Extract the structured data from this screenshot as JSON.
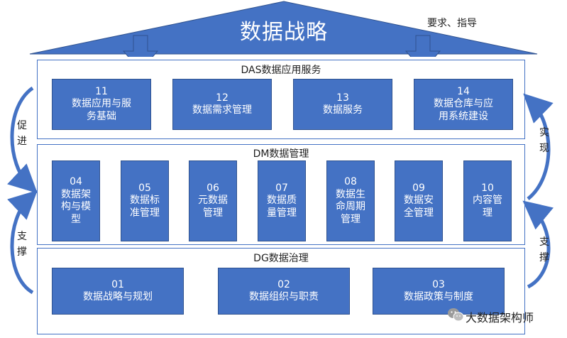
{
  "roof": {
    "title": "数据战略",
    "note": "要求、指导"
  },
  "das": {
    "title": "DAS数据应用服务",
    "items": [
      {
        "num": "11",
        "label": "数据应用与服\n务基础"
      },
      {
        "num": "12",
        "label": "数据需求管理"
      },
      {
        "num": "13",
        "label": "数据服务"
      },
      {
        "num": "14",
        "label": "数据仓库与应\n用系统建设"
      }
    ]
  },
  "dm": {
    "title": "DM数据管理",
    "items": [
      {
        "num": "04",
        "label": "数据架\n构与模\n型"
      },
      {
        "num": "05",
        "label": "数据标\n准管理"
      },
      {
        "num": "06",
        "label": "元数据\n管理"
      },
      {
        "num": "07",
        "label": "数据质\n量管理"
      },
      {
        "num": "08",
        "label": "数据生\n命周期\n管理"
      },
      {
        "num": "09",
        "label": "数据安\n全管理"
      },
      {
        "num": "10",
        "label": "内容管\n理"
      }
    ]
  },
  "dg": {
    "title": "DG数据治理",
    "items": [
      {
        "num": "01",
        "label": "数据战略与规划"
      },
      {
        "num": "02",
        "label": "数据组织与职责"
      },
      {
        "num": "03",
        "label": "数据政策与制度"
      }
    ]
  },
  "side_labels": {
    "promote": "促\n进",
    "support_left": "支\n撑",
    "realize": "实\n现",
    "support_right": "支\n撑"
  },
  "watermark": {
    "text": "大数据架构师",
    "icon": "wechat-icon"
  },
  "colors": {
    "primary": "#4472c4",
    "border": "#2f528f"
  }
}
